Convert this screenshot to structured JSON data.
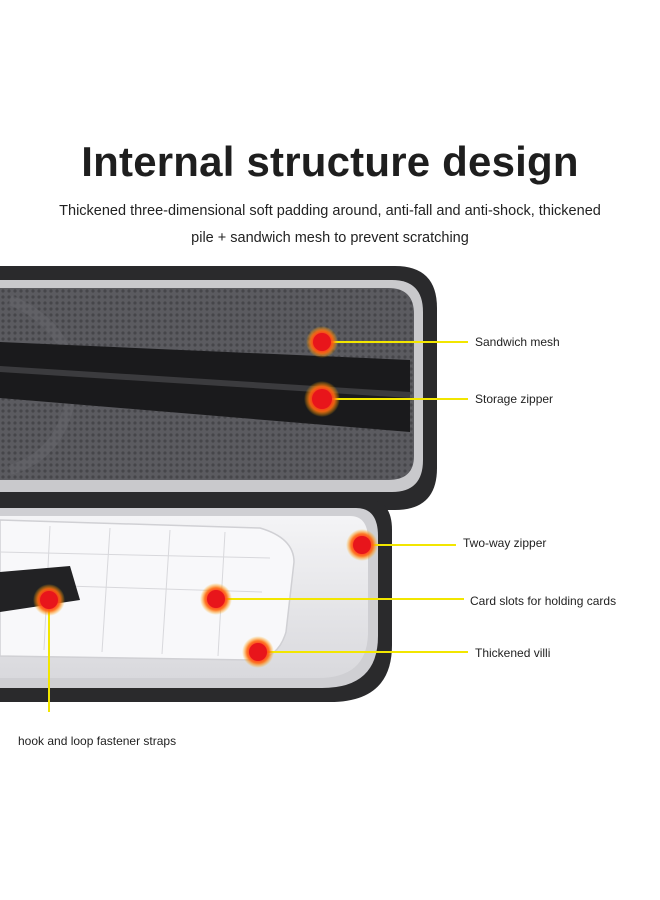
{
  "header": {
    "title": "Internal structure design",
    "subtitle_line1": "Thickened three-dimensional soft padding around, anti-fall and anti-shock, thickened",
    "subtitle_line2": "pile + sandwich mesh to prevent scratching"
  },
  "callouts": {
    "sandwich_mesh": "Sandwich mesh",
    "storage_zipper": "Storage zipper",
    "two_way_zipper": "Two-way zipper",
    "card_slots": "Card slots for holding cards",
    "thickened_villi": "Thickened villi",
    "hook_loop": "hook and loop fastener straps"
  },
  "colors": {
    "marker": "#e8151b",
    "leader_line": "#f2e600",
    "case_shell": "#2a2a2c",
    "mesh_lining": "#5a5a5e",
    "velvet_lining": "#ededef"
  }
}
